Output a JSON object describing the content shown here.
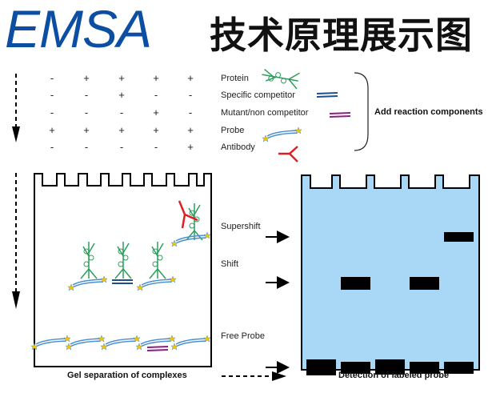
{
  "title": {
    "en": "EMSA",
    "cn": "技术原理展示图"
  },
  "components": [
    {
      "label": "Protein",
      "lanes": [
        "-",
        "+",
        "+",
        "+",
        "+"
      ],
      "icon": "protein-icon"
    },
    {
      "label": "Specific competitor",
      "lanes": [
        "-",
        "-",
        "+",
        "-",
        "-"
      ],
      "icon": "specific-competitor-icon"
    },
    {
      "label": "Mutant/non competitor",
      "lanes": [
        "-",
        "-",
        "-",
        "+",
        "-"
      ],
      "icon": "mutant-competitor-icon"
    },
    {
      "label": "Probe",
      "lanes": [
        "+",
        "+",
        "+",
        "+",
        "+"
      ],
      "icon": "probe-icon"
    },
    {
      "label": "Antibody",
      "lanes": [
        "-",
        "-",
        "-",
        "-",
        "+"
      ],
      "icon": "antibody-icon"
    }
  ],
  "add_reaction_label": "Add reaction components",
  "band_labels": {
    "supershift": "Supershift",
    "shift": "Shift",
    "free_probe": "Free Probe"
  },
  "captions": {
    "left": "Gel separation of complexes",
    "right": "Detection of labeled probe"
  },
  "colors": {
    "title": "#0b4ea2",
    "gel": "#a8d8f5",
    "protein": "#2e9e5e",
    "probe": "#4a8fd0",
    "specific": "#1d4f8a",
    "mutant": "#8b1f7f",
    "antibody": "#e02020",
    "star": "#f5c400"
  }
}
